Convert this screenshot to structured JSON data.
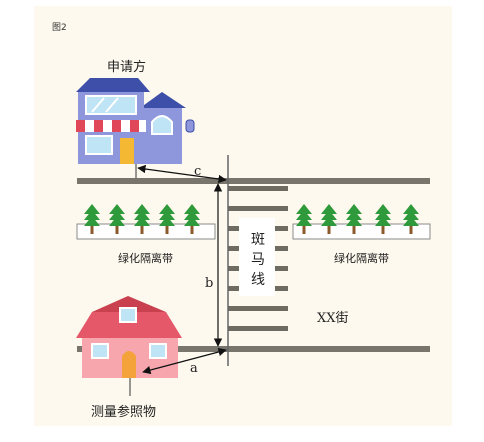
{
  "figure_label": "图2",
  "labels": {
    "applicant": "申请方",
    "green_belt_left": "绿化隔离带",
    "green_belt_right": "绿化隔离带",
    "crosswalk": "斑马线",
    "street": "XX街",
    "reference": "测量参照物",
    "dist_a": "a",
    "dist_b": "b",
    "dist_c": "c"
  },
  "colors": {
    "background": "#fdf9ee",
    "road": "#78756c",
    "tree_green": "#2f9a3c",
    "tree_trunk": "#8b5a2b",
    "applicant_roof": "#3d4fa8",
    "applicant_wall": "#8e96dc",
    "awning_red": "#e0485a",
    "reference_roof": "#e5586a",
    "reference_wall": "#f7a6ae"
  }
}
